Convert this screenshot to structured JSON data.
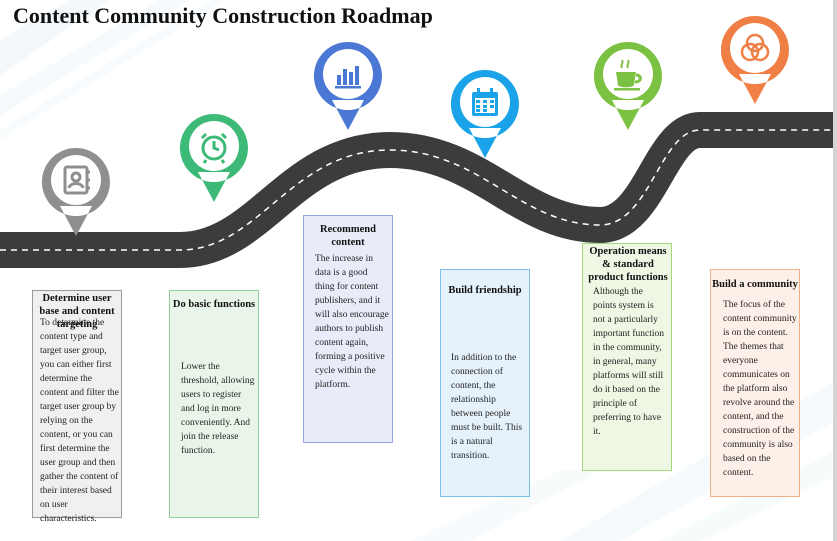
{
  "title": "Content Community Construction Roadmap",
  "steps": [
    {
      "title": "Determine user base and content targeting",
      "body": "To determine the content type and target user group, you can either first determine the content and filter the target user group by relying on the content, or you can first determine the user group and then gather the content of their interest based on user characteristics.",
      "icon": "address-book-icon",
      "color": "#8f8f8f",
      "box_fill": "#f0f0f0",
      "box_border": "#9a9a9a"
    },
    {
      "title": "Do basic functions",
      "body": "Lower the threshold, allowing users to register and log in more conveniently. And join the release function.",
      "icon": "alarm-clock-icon",
      "color": "#3dba78",
      "box_fill": "#eaf5ea",
      "box_border": "#8fcf98"
    },
    {
      "title": "Recommend content",
      "body": "The increase in data is a good thing for content publishers, and it will also encourage authors to publish content again, forming a positive cycle within the platform.",
      "icon": "bar-chart-icon",
      "color": "#4a78d4",
      "box_fill": "#e8ecf8",
      "box_border": "#8ea8de"
    },
    {
      "title": "Build friendship",
      "body": "In addition to the connection of content, the relationship between people must be built. This is a natural transition.",
      "icon": "calendar-icon",
      "color": "#1aa3e8",
      "box_fill": "#e6f2fb",
      "box_border": "#7cc0ea"
    },
    {
      "title": "Operation means & standard product functions",
      "body": "Although the points system is not a particularly important function in the community, in general, many platforms will still do it based on the principle of preferring to have it.",
      "icon": "coffee-cup-icon",
      "color": "#7cc242",
      "box_fill": "#eef6e4",
      "box_border": "#a6d77d"
    },
    {
      "title": "Build a community",
      "body": "The focus of the content community is on the content. The themes that everyone communicates on the platform also revolve around the content, and the construction of the community is also based on the content.",
      "icon": "community-circles-icon",
      "color": "#f07f45",
      "box_fill": "#fdf0e8",
      "box_border": "#f1b08a"
    }
  ]
}
